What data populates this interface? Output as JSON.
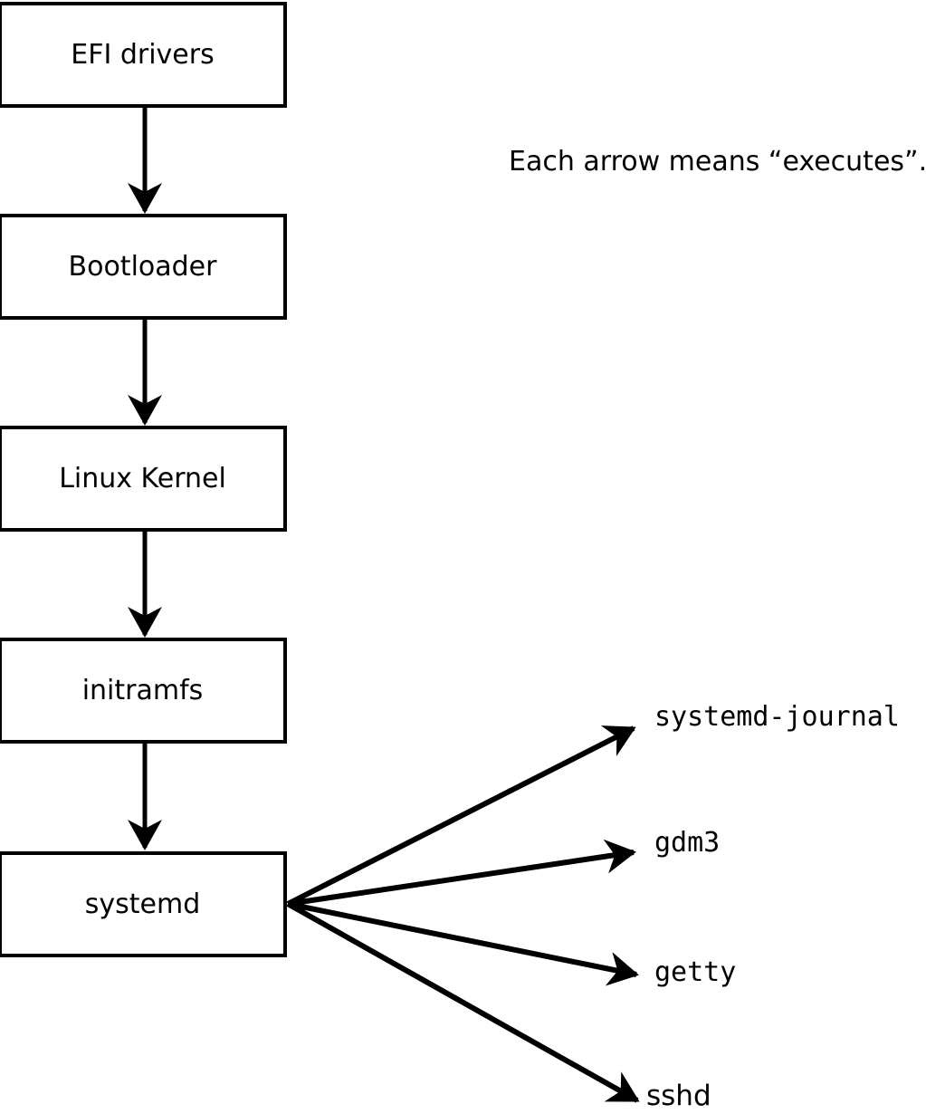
{
  "note": "Each arrow means “executes”.",
  "chain": [
    {
      "label": "EFI drivers"
    },
    {
      "label": "Bootloader"
    },
    {
      "label": "Linux Kernel"
    },
    {
      "label": "initramfs"
    },
    {
      "label": "systemd"
    }
  ],
  "children": [
    {
      "label": "systemd-journal"
    },
    {
      "label": "gdm3"
    },
    {
      "label": "getty"
    },
    {
      "label": "sshd"
    }
  ],
  "colors": {
    "background": "#ffffff",
    "stroke": "#000000",
    "text": "#000000",
    "box_fill": "#ffffff"
  }
}
